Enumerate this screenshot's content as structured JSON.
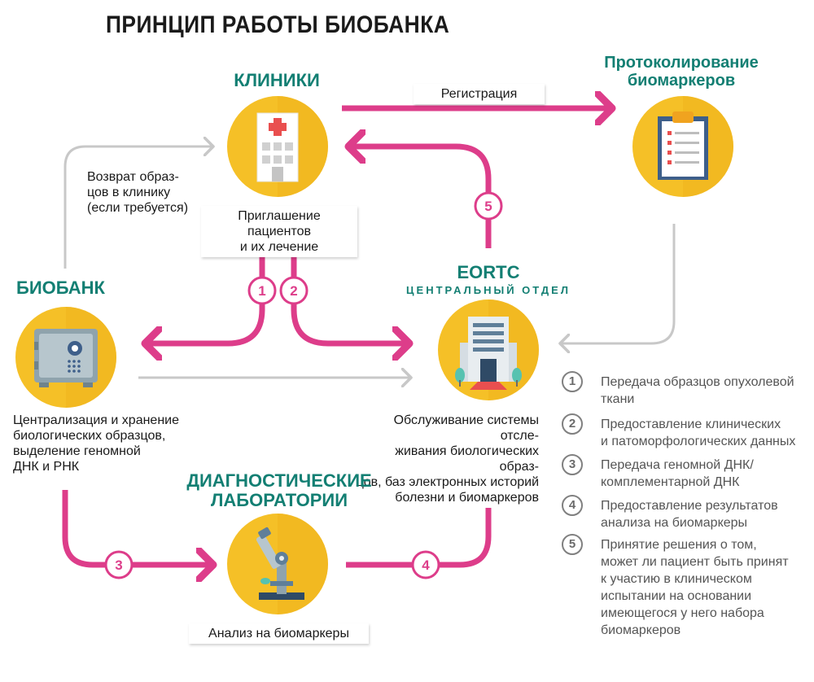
{
  "title": "ПРИНЦИП РАБОТЫ БИОБАНКА",
  "colors": {
    "accent_pink": "#dd3d8a",
    "node_yellow": "#f5c027",
    "teal_heading": "#137f73",
    "gray_arrow": "#c8c8c8"
  },
  "nodes": {
    "clinics": {
      "title": "КЛИНИКИ",
      "icon": "hospital-icon",
      "caption": "Приглашение пациентов\nи их лечение"
    },
    "protocol": {
      "title": "Протоколирование\nбиомаркеров",
      "icon": "clipboard-icon"
    },
    "biobank": {
      "title": "БИОБАНК",
      "icon": "safe-icon",
      "caption": "Централизация и хранение\nбиологических образцов,\nвыделение геномной\nДНК и РНК"
    },
    "eortc": {
      "title": "EORTC",
      "subtitle": "ЦЕНТРАЛЬНЫЙ ОТДЕЛ",
      "icon": "office-building-icon",
      "caption": "Обслуживание системы  отсле-\nживания биологических образ-\nцов, баз электронных историй\nболезни и биомаркеров"
    },
    "labs": {
      "title": "ДИАГНОСТИЧЕСКИЕ\nЛАБОРАТОРИИ",
      "icon": "microscope-icon",
      "caption": "Анализ на биомаркеры"
    }
  },
  "edges": {
    "registration": "Регистрация",
    "return_samples": "Возврат образ-\nцов в клинику\n(если требуется)",
    "step_numbers": [
      "1",
      "2",
      "3",
      "4",
      "5"
    ]
  },
  "legend": [
    {
      "num": "1",
      "text": "Передача образцов опухолевой\nткани"
    },
    {
      "num": "2",
      "text": "Предоставление клинических\nи патоморфологических данных"
    },
    {
      "num": "3",
      "text": "Передача геномной ДНК/\nкомплементарной ДНК"
    },
    {
      "num": "4",
      "text": "Предоставление результатов\nанализа на биомаркеры"
    },
    {
      "num": "5",
      "text": "Принятие решения о том,\nможет ли пациент быть принят\nк участию в клиническом\nиспытании  на основании\nимеющегося у него набора\nбиомаркеров"
    }
  ]
}
